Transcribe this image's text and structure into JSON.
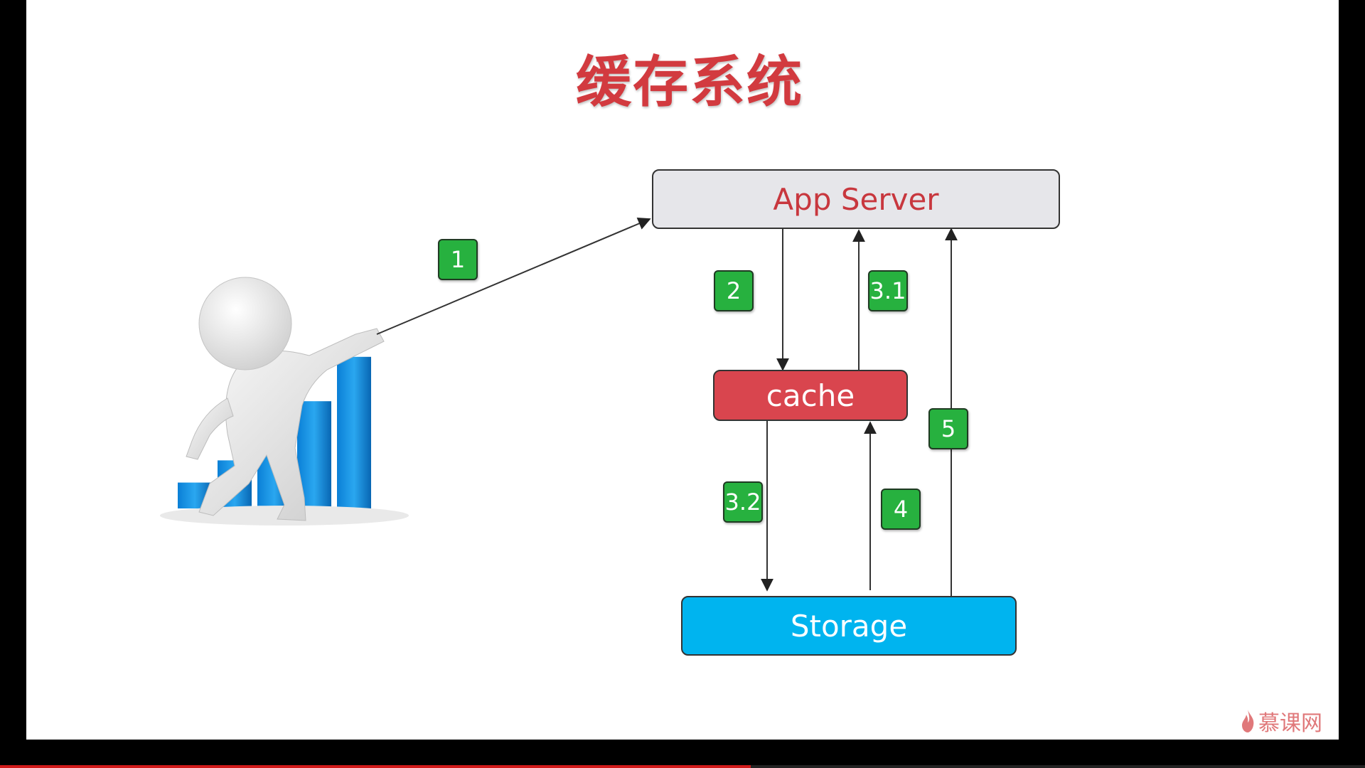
{
  "title": "缓存系统",
  "nodes": {
    "app_server": "App Server",
    "cache": "cache",
    "storage": "Storage"
  },
  "steps": {
    "s1": "1",
    "s2": "2",
    "s31": "3.1",
    "s32": "3.2",
    "s4": "4",
    "s5": "5"
  },
  "watermark": "慕课网",
  "colors": {
    "title": "#d23a3f",
    "app_server_fill": "#e6e6ea",
    "cache_fill": "#d9454e",
    "storage_fill": "#00b4ef",
    "step_badge": "#27b13f"
  },
  "illustration": {
    "figure": "person-pointing-figure",
    "chart": "bar-chart-icon",
    "bar_levels": [
      0.14,
      0.26,
      0.38,
      0.58,
      0.82
    ]
  },
  "video_progress": 0.55
}
